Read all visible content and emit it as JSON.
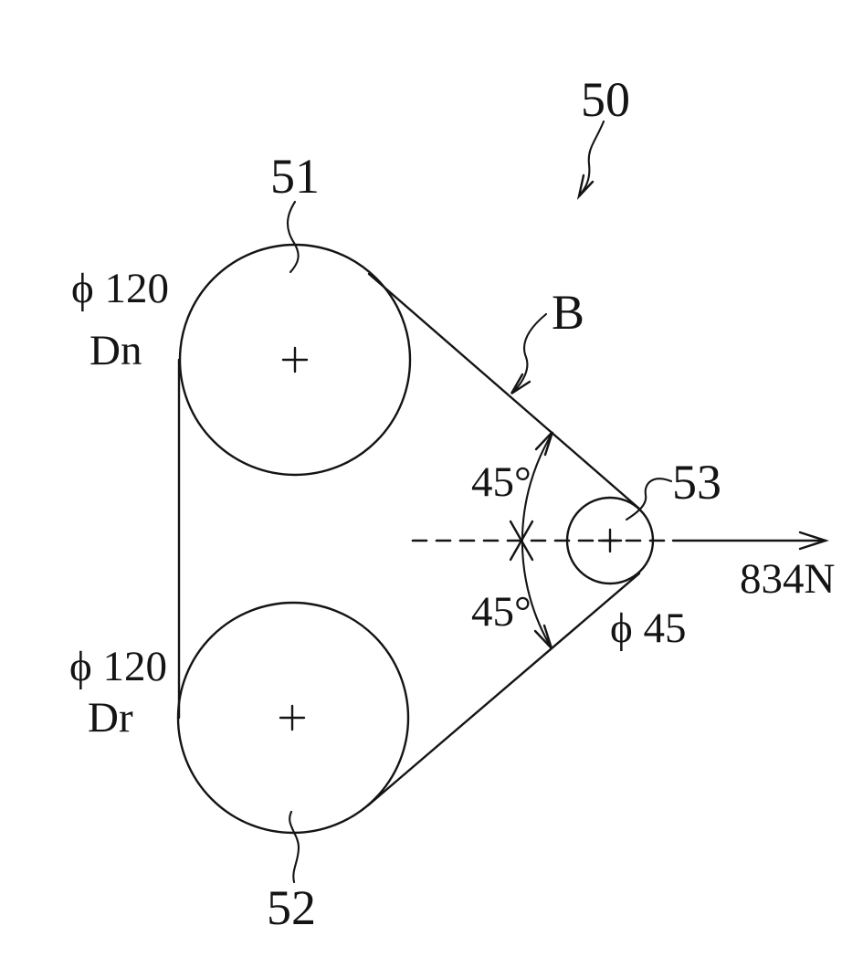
{
  "figure_labels": {
    "ref_assembly": "50",
    "ref_pulley_top": "51",
    "ref_pulley_bottom": "52",
    "ref_pulley_small": "53",
    "ref_belt": "B",
    "dia_pulley_top": "ϕ 120",
    "name_pulley_top": "Dn",
    "dia_pulley_bottom": "ϕ 120",
    "name_pulley_bottom": "Dr",
    "dia_pulley_small": "ϕ 45",
    "angle_upper": "45°",
    "angle_lower": "45°",
    "force": "834N"
  },
  "colors": {
    "ink": "#141414",
    "background": "#ffffff"
  }
}
